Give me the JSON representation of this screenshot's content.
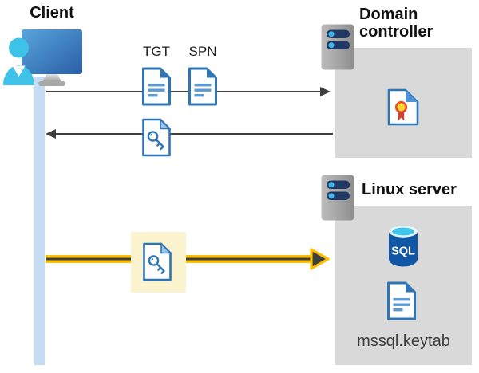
{
  "client": {
    "label": "Client",
    "icon": "client-workstation-icon"
  },
  "domain_controller": {
    "label": "Domain controller",
    "icon": "server-icon",
    "contents": [
      "certificate-icon"
    ]
  },
  "linux_server": {
    "label": "Linux server",
    "icon": "server-icon",
    "sql_label": "SQL",
    "keytab_label": "mssql.keytab",
    "contents": [
      "sql-database-icon",
      "keytab-document-icon"
    ]
  },
  "flows": {
    "client_to_dc": {
      "style": "thin-gray-right",
      "ticket_labels": [
        "TGT",
        "SPN"
      ],
      "ticket_icons": [
        "document-icon",
        "document-icon"
      ]
    },
    "dc_to_client": {
      "style": "thin-gray-left",
      "ticket_icons": [
        "key-document-icon"
      ]
    },
    "client_to_linux": {
      "style": "thick-yellow-right",
      "ticket_icons": [
        "key-document-icon-highlighted"
      ]
    }
  },
  "colors": {
    "doc_border_blue": "#2e75b6",
    "doc_line_blue": "#5b9bd5",
    "person_cyan": "#3ec2e7",
    "lifeline_blue": "#c4dcf5",
    "box_gray": "#d9d9d9",
    "arrow_gray": "#3f3f3f",
    "arrow_yellow": "#fdc000",
    "highlight_yellow": "#faf3cd",
    "server_bar_navy": "#203864",
    "server_dot_cyan": "#41b8e8",
    "sql_body_blue": "#1257a5",
    "sql_top_cyan": "#3ec6ef",
    "medal_yellow": "#ffd42e",
    "medal_red": "#d2402e"
  }
}
